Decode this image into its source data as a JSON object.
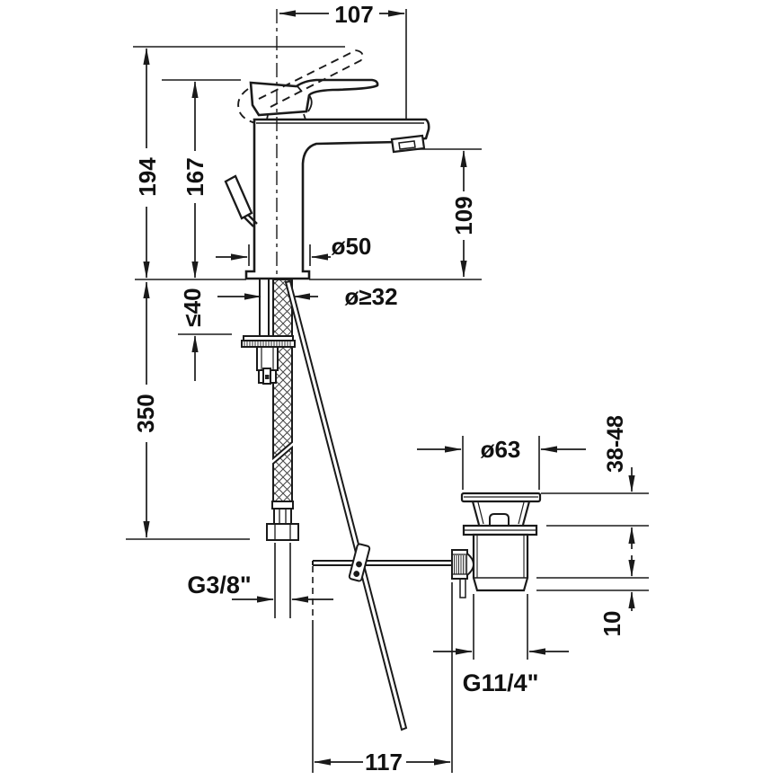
{
  "drawing": {
    "kind": "faucet installation technical drawing",
    "background_color": "#ffffff",
    "line_color": "#1a1a1a"
  },
  "dims": {
    "spout_projection": "107",
    "total_height": "194",
    "body_height": "167",
    "outlet_height": "109",
    "base_diameter": "ø50",
    "hole_diameter": "ø≥32",
    "max_deck_thickness": "≤40",
    "hose_length": "350",
    "supply_thread": "G3/8\"",
    "rod_distance": "117",
    "waste_flange_diameter": "ø63",
    "clamping_range": "38-48",
    "waste_collar_height": "10",
    "waste_thread": "G11/4\""
  }
}
